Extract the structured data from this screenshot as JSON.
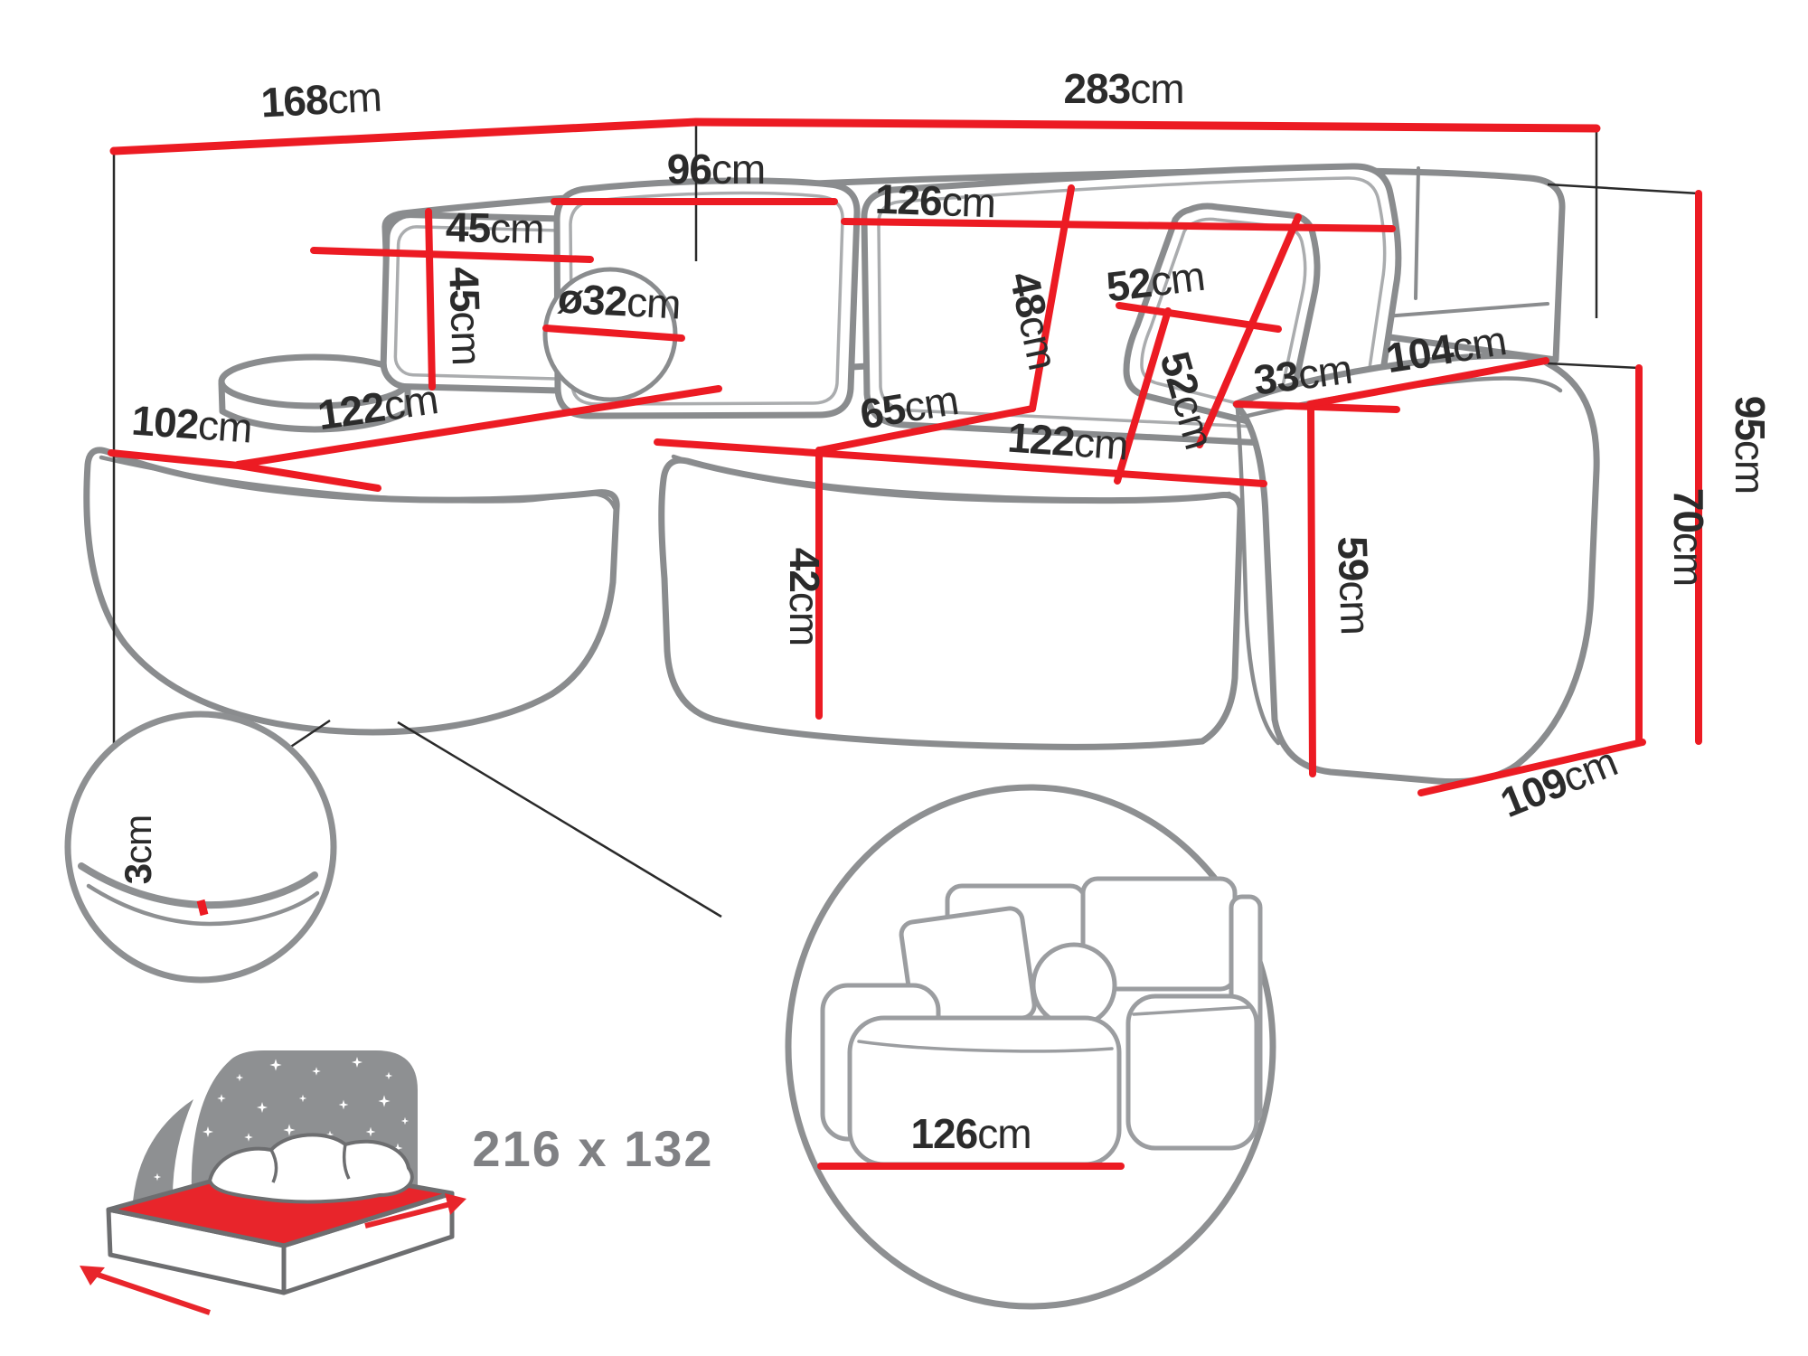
{
  "colors": {
    "dimension_red": "#ec1b23",
    "outline_gray": "#8a8c8e",
    "inner_line_gray": "#aaacae",
    "detail_gray": "#9b9da0",
    "icon_gray": "#8e9092",
    "label_black": "#2b2b2b",
    "label_gray": "#808184",
    "background": "#ffffff"
  },
  "dimensions": {
    "total_back_width_left": {
      "value": "168",
      "unit": "cm"
    },
    "total_width": {
      "value": "283",
      "unit": "cm"
    },
    "back_cushion_left_width": {
      "value": "96",
      "unit": "cm"
    },
    "back_cushion_right_width": {
      "value": "126",
      "unit": "cm"
    },
    "small_pillow_width": {
      "value": "45",
      "unit": "cm"
    },
    "small_pillow_height": {
      "value": "45",
      "unit": "cm"
    },
    "round_cushion_diameter": {
      "value": "ø32",
      "unit": "cm"
    },
    "chaise_front_width": {
      "value": "102",
      "unit": "cm"
    },
    "chaise_length": {
      "value": "122",
      "unit": "cm"
    },
    "seat_depth_diagonal": {
      "value": "65",
      "unit": "cm"
    },
    "seat_width": {
      "value": "122",
      "unit": "cm"
    },
    "back_cushion_height": {
      "value": "48",
      "unit": "cm"
    },
    "right_pillow_width": {
      "value": "52",
      "unit": "cm"
    },
    "right_pillow_height": {
      "value": "52",
      "unit": "cm"
    },
    "armrest_width": {
      "value": "33",
      "unit": "cm"
    },
    "armrest_length": {
      "value": "104",
      "unit": "cm"
    },
    "seat_front_height": {
      "value": "42",
      "unit": "cm"
    },
    "armrest_height": {
      "value": "59",
      "unit": "cm"
    },
    "total_height": {
      "value": "95",
      "unit": "cm"
    },
    "backrest_height": {
      "value": "70",
      "unit": "cm"
    },
    "side_depth": {
      "value": "109",
      "unit": "cm"
    },
    "seam_gap": {
      "value": "3",
      "unit": "cm"
    },
    "sleeping_area": {
      "value": "216 x 132",
      "unit": ""
    },
    "chaise_detail_width": {
      "value": "126",
      "unit": "cm"
    }
  }
}
